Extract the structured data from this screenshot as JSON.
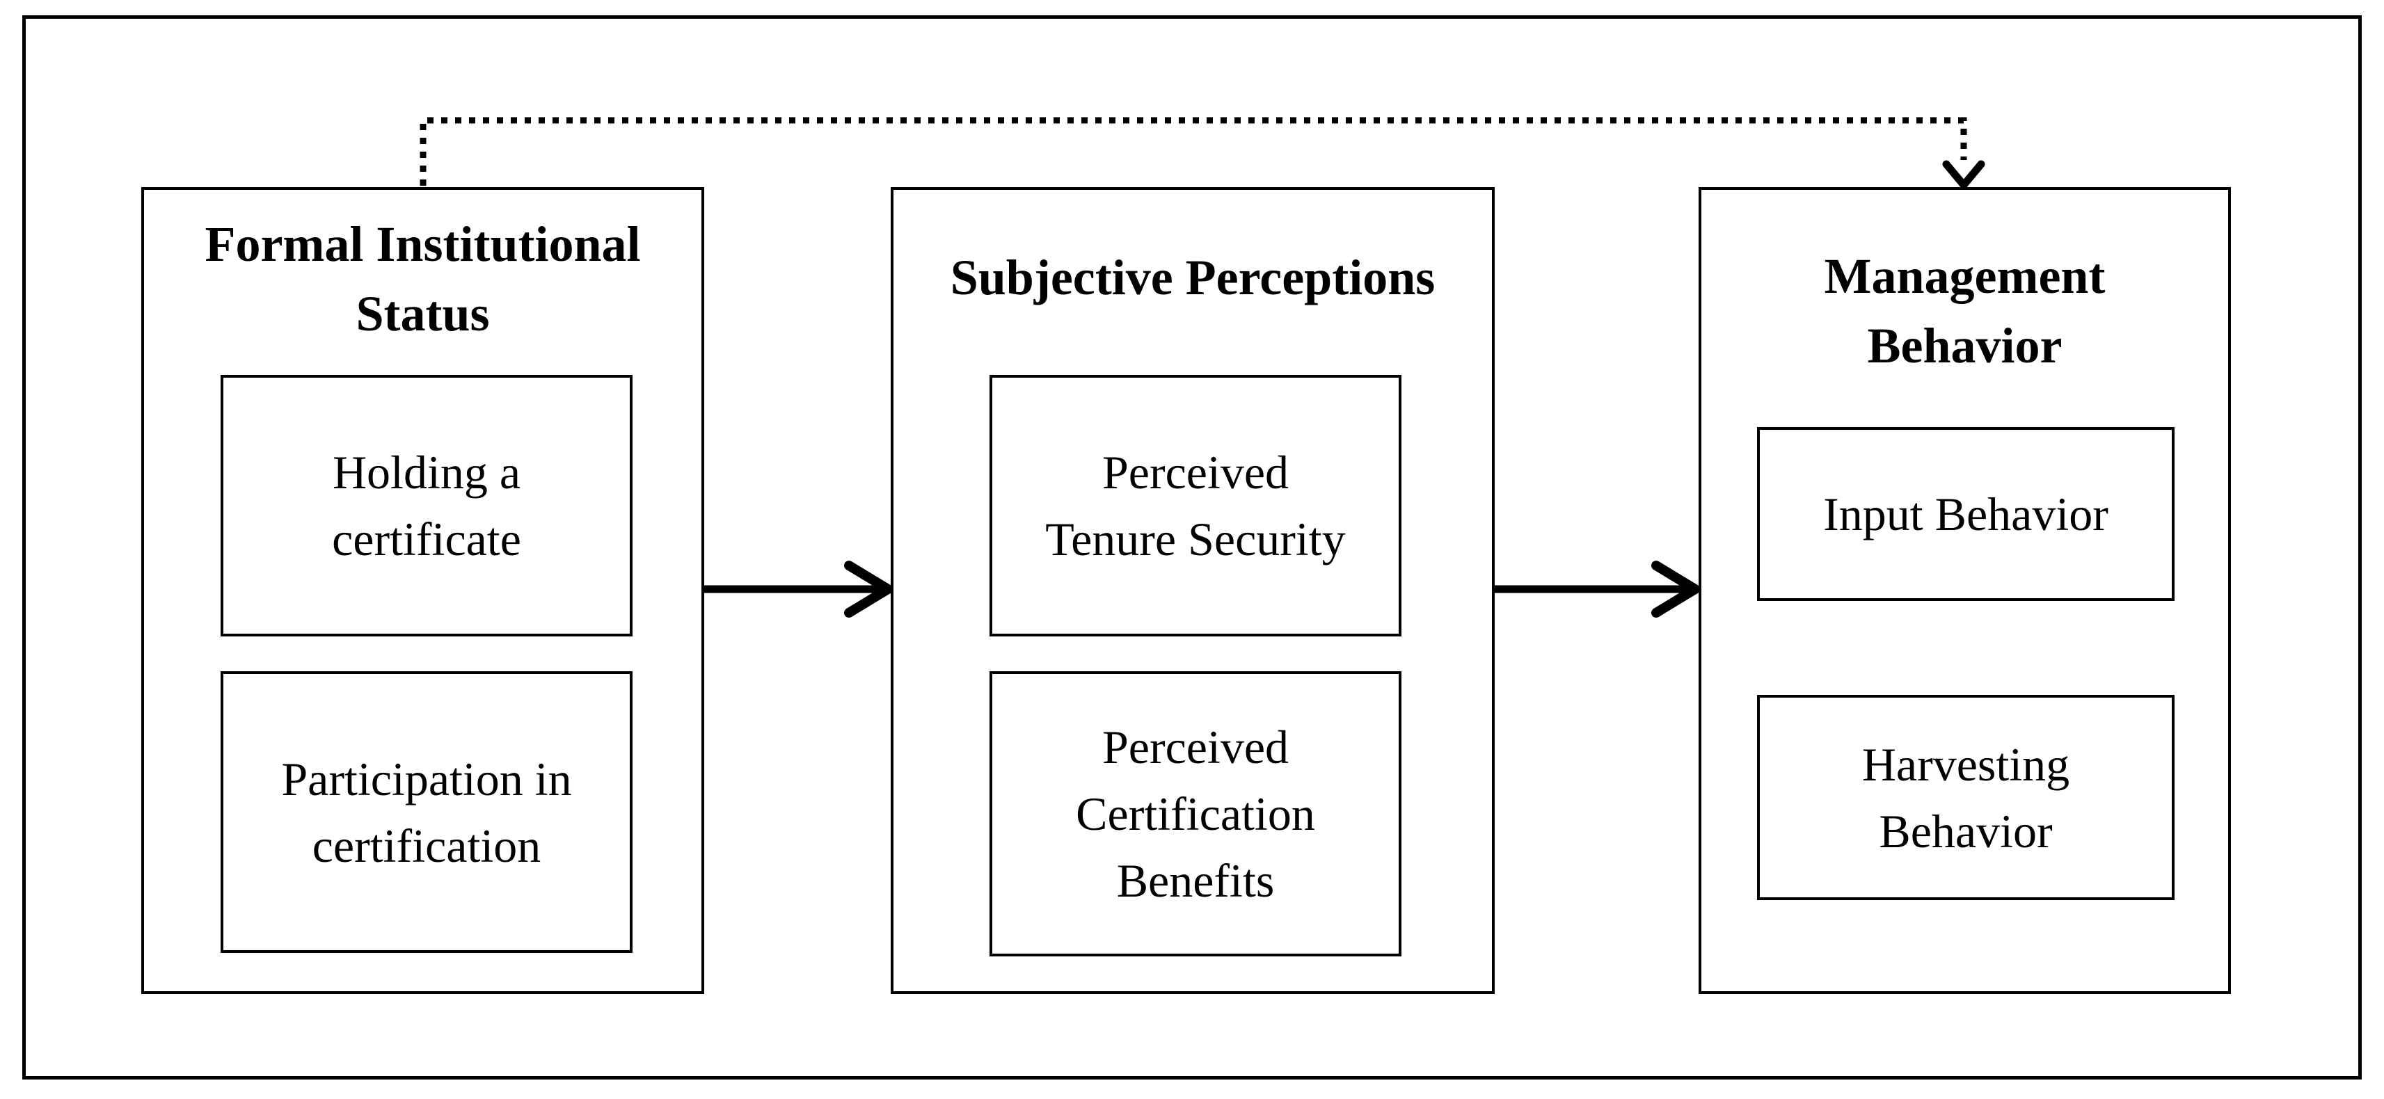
{
  "diagram": {
    "colors": {
      "background": "#ffffff",
      "line": "#000000",
      "text": "#000000"
    },
    "panels": [
      {
        "id": "formal-institutional-status",
        "title": "Formal Institutional\nStatus",
        "items": [
          {
            "label": "Holding a\ncertificate"
          },
          {
            "label": "Participation in\ncertification"
          }
        ]
      },
      {
        "id": "subjective-perceptions",
        "title": "Subjective Perceptions",
        "items": [
          {
            "label": "Perceived\nTenure Security"
          },
          {
            "label": "Perceived\nCertification\nBenefits"
          }
        ]
      },
      {
        "id": "management-behavior",
        "title": "Management\nBehavior",
        "items": [
          {
            "label": "Input Behavior"
          },
          {
            "label": "Harvesting\nBehavior"
          }
        ]
      }
    ],
    "connectors": [
      {
        "style": "solid-arrow",
        "from": "Formal Institutional Status",
        "to": "Subjective Perceptions"
      },
      {
        "style": "solid-arrow",
        "from": "Subjective Perceptions",
        "to": "Management Behavior"
      },
      {
        "style": "dotted-arrow",
        "from": "Formal Institutional Status",
        "to": "Management Behavior"
      }
    ]
  }
}
